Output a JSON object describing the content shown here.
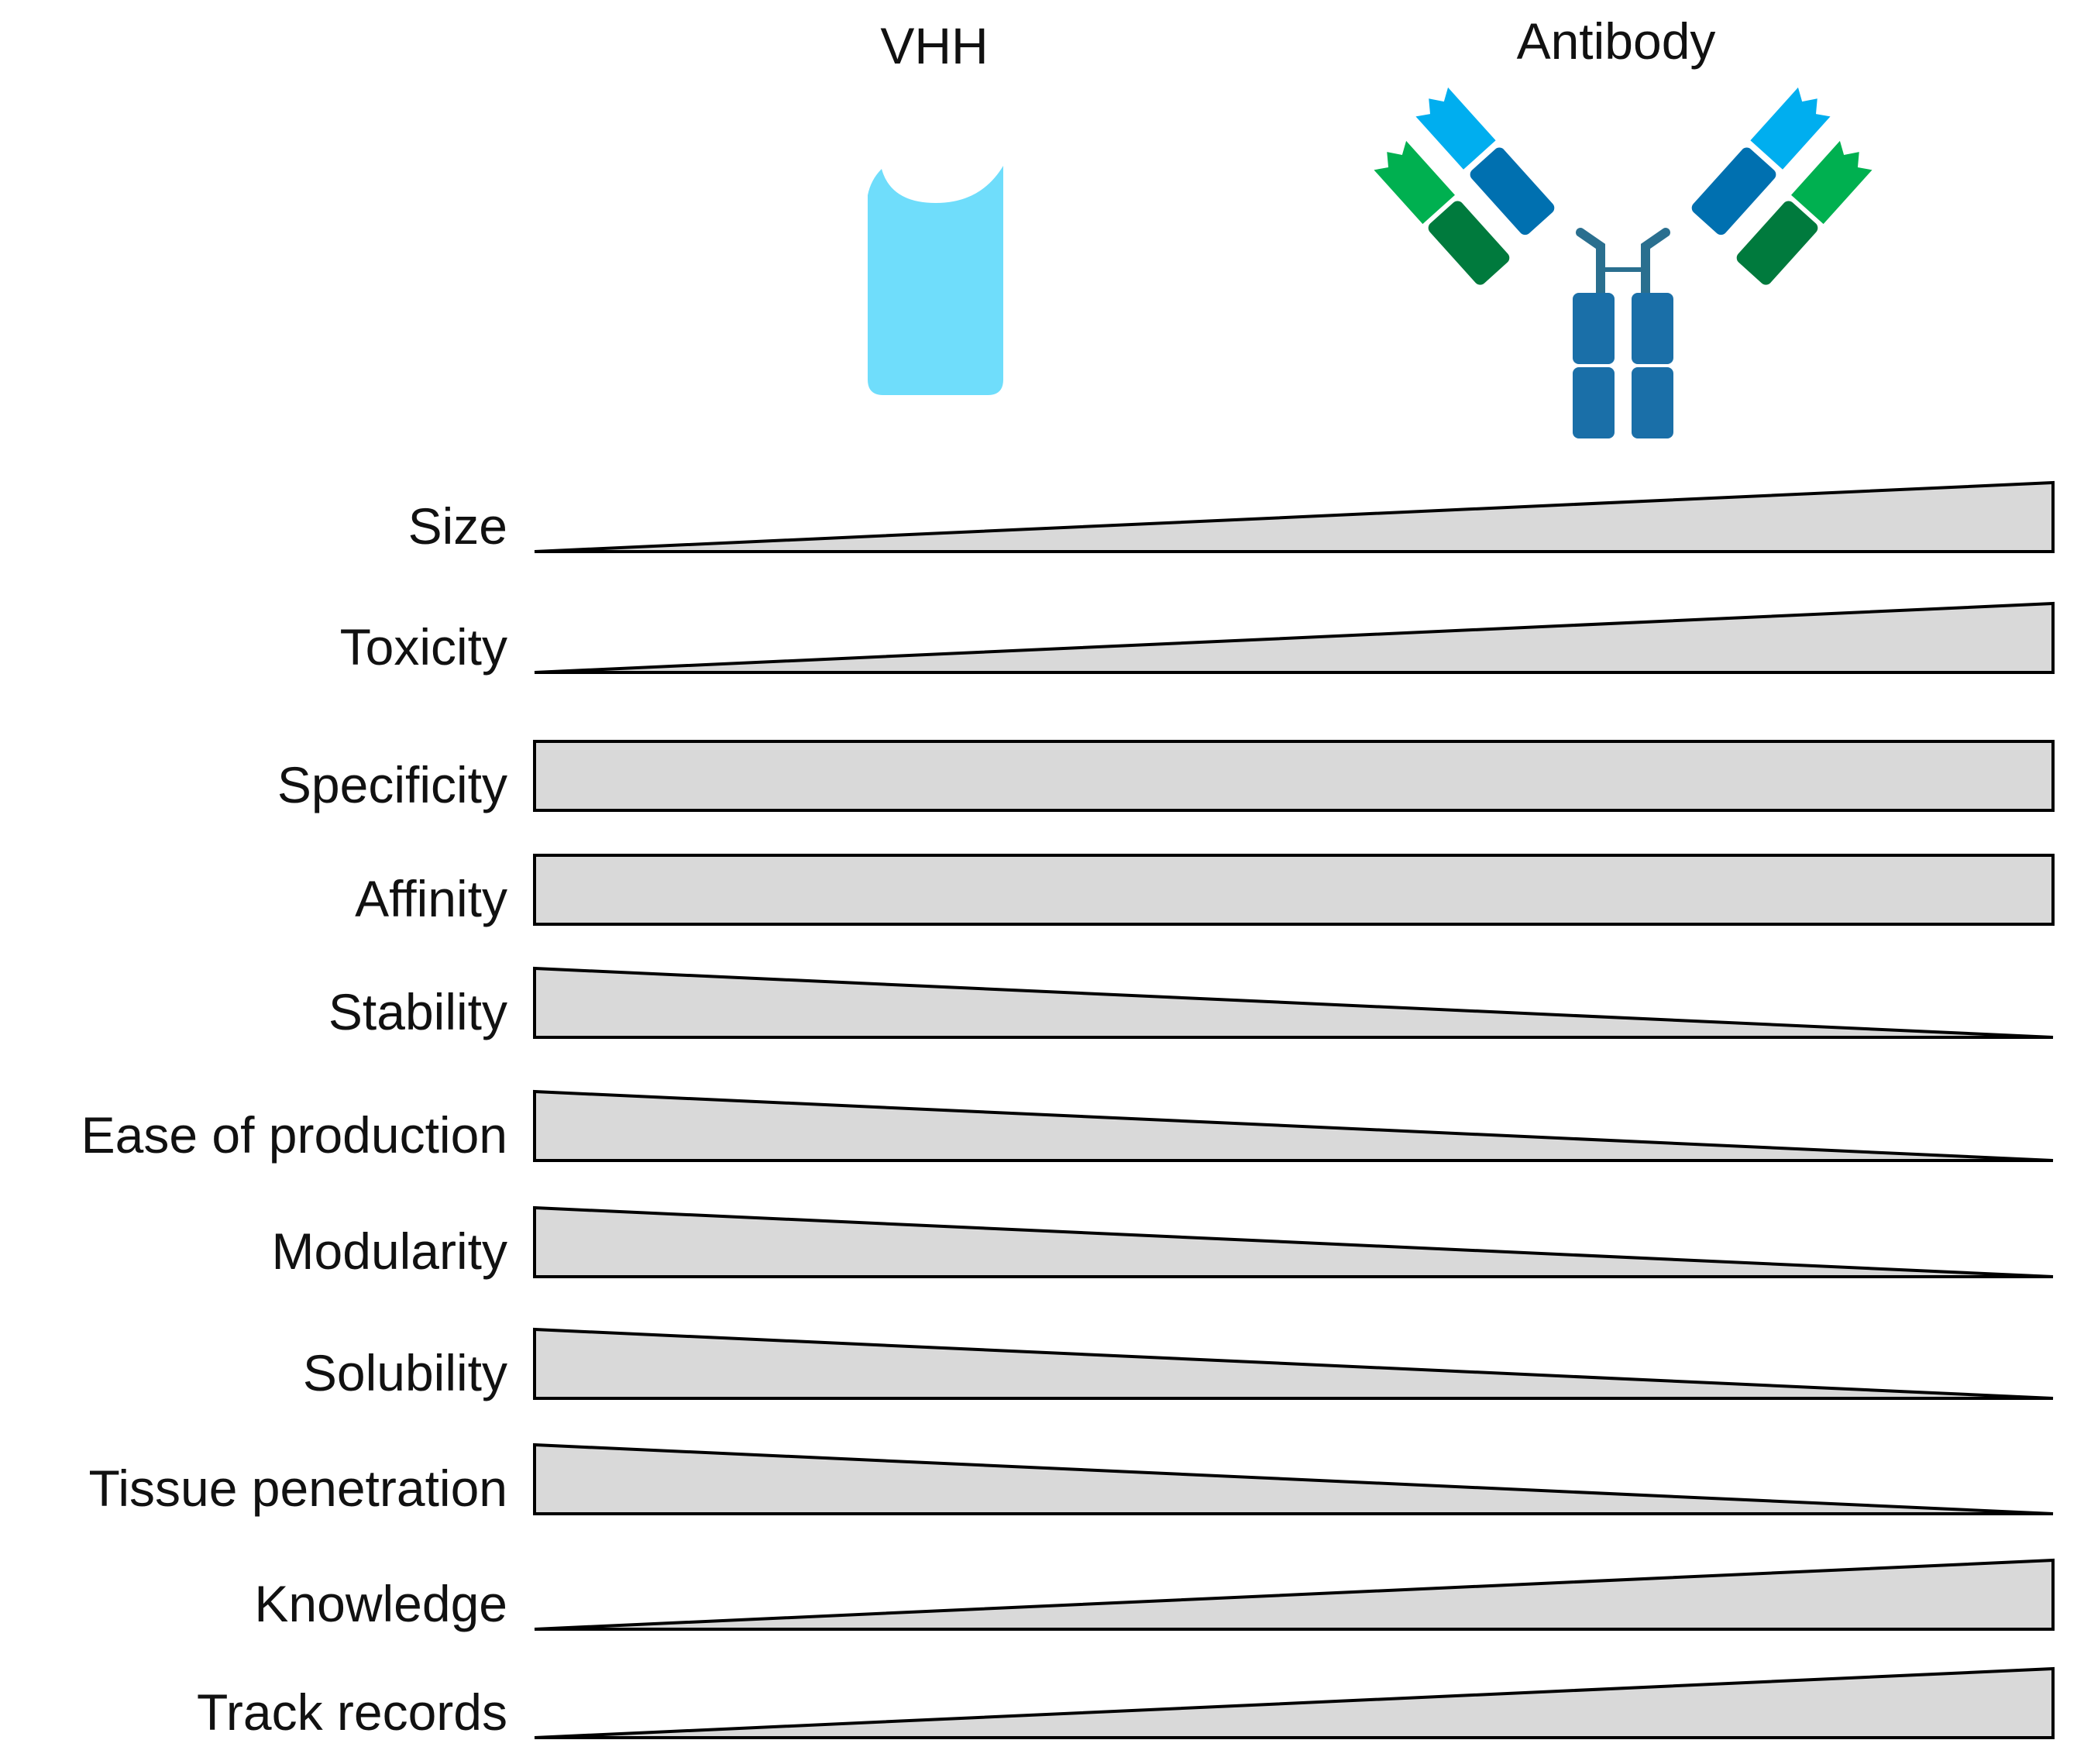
{
  "columns": {
    "left": {
      "label": "VHH",
      "icon": "vhh-domain-icon"
    },
    "right": {
      "label": "Antibody",
      "icon": "antibody-icon"
    }
  },
  "bar_fill": "#d9d9d9",
  "bar_stroke": "#000000",
  "antibody_colors": {
    "light_blue": "#00aeef",
    "green": "#00b050",
    "dark_green": "#007a3d",
    "blue": "#0070b0",
    "heavy_blue": "#1a6fa8",
    "hinge": "#2a6f8f"
  },
  "vhh_color": "#6fddfb",
  "properties": [
    {
      "label": "Size",
      "trend": "increasing"
    },
    {
      "label": "Toxicity",
      "trend": "increasing"
    },
    {
      "label": "Specificity",
      "trend": "equal"
    },
    {
      "label": "Affinity",
      "trend": "equal"
    },
    {
      "label": "Stability",
      "trend": "decreasing"
    },
    {
      "label": "Ease of production",
      "trend": "decreasing"
    },
    {
      "label": "Modularity",
      "trend": "decreasing"
    },
    {
      "label": "Solubility",
      "trend": "decreasing"
    },
    {
      "label": "Tissue penetration",
      "trend": "decreasing"
    },
    {
      "label": "Knowledge",
      "trend": "increasing"
    },
    {
      "label": "Track records",
      "trend": "increasing"
    }
  ]
}
